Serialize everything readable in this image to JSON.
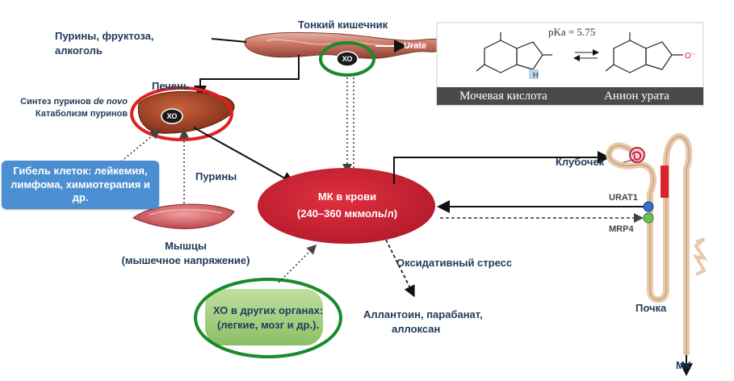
{
  "labels": {
    "small_intestine": "Тонкий кишечник",
    "urate": "Urate",
    "purines_fructose": "Пурины, фруктоза,",
    "alcohol": "алкоголь",
    "liver": "Печень",
    "de_novo_prefix": "Синтез пуринов ",
    "de_novo": "de novo",
    "catabolism": "Катаболизм пуринов",
    "cell_death": "Гибель клеток: лейкемия, лимфома, химиотерапия и др.",
    "purines": "Пурины",
    "muscles": "Мышцы",
    "muscle_tension": "(мышечное напряжение)",
    "blood_ua_title": "МК в крови",
    "blood_ua_range": "(240–360 мкмоль/л)",
    "oxidative_stress": "Оксидативный стресс",
    "xo_other_1": "ХО в других органах:",
    "xo_other_2": "(легкие, мозг и др.).",
    "products_1": "Аллантоин, парабанат,",
    "products_2": "аллоксан",
    "glomerulus": "Клубочек",
    "urat1": "URAT1",
    "mrp4": "MRP4",
    "kidney": "Почка",
    "mk_out": "МК",
    "xo": "ХО"
  },
  "chem_panel": {
    "pka": "pKa = 5.75",
    "uric_acid": "Мочевая кислота",
    "urate_anion": "Анион урата"
  },
  "colors": {
    "red_highlight": "#e02020",
    "green_highlight": "#1a8a2a",
    "blood_ellipse": "#d32035",
    "blue_box": "#4b8fd2",
    "green_box": "#9fcd7a",
    "intestine": "#c97a6a",
    "kidney_tube": "#e8c9a9"
  }
}
